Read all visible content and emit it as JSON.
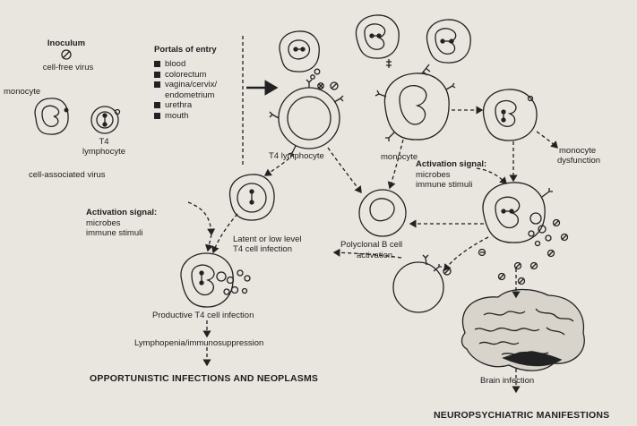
{
  "inoculum": {
    "title": "Inoculum",
    "cell_free": "cell-free virus",
    "monocyte": "monocyte",
    "t4_line1": "T4",
    "t4_line2": "lymphocyte",
    "cell_associated": "cell-associated virus"
  },
  "portals": {
    "title": "Portals of entry",
    "items": [
      "blood",
      "colorectum",
      "vagina/cervix/",
      "endometrium",
      "urethra",
      "mouth"
    ]
  },
  "labels": {
    "t4_lymphocyte": "T4 lymphocyte",
    "monocyte": "monocyte",
    "monocyte_dysfunction_1": "monocyte",
    "monocyte_dysfunction_2": "dysfunction",
    "activation_right_title": "Activation signal:",
    "activation_right_1": "microbes",
    "activation_right_2": "immune stimuli",
    "activation_left_title": "Activation signal:",
    "activation_left_1": "microbes",
    "activation_left_2": "immune stimuli",
    "latent_1": "Latent or low level",
    "latent_2": "T4 cell infection",
    "polyclonal_1": "Polyclonal B cell",
    "polyclonal_2": "activation",
    "productive": "Productive T4 cell infection",
    "lymphopenia": "Lymphopenia/immunosuppression",
    "opportunistic": "OPPORTUNISTIC INFECTIONS AND NEOPLASMS",
    "brain_infection": "Brain infection",
    "neuropsychiatric": "NEUROPSYCHIATRIC MANIFESTIONS"
  }
}
